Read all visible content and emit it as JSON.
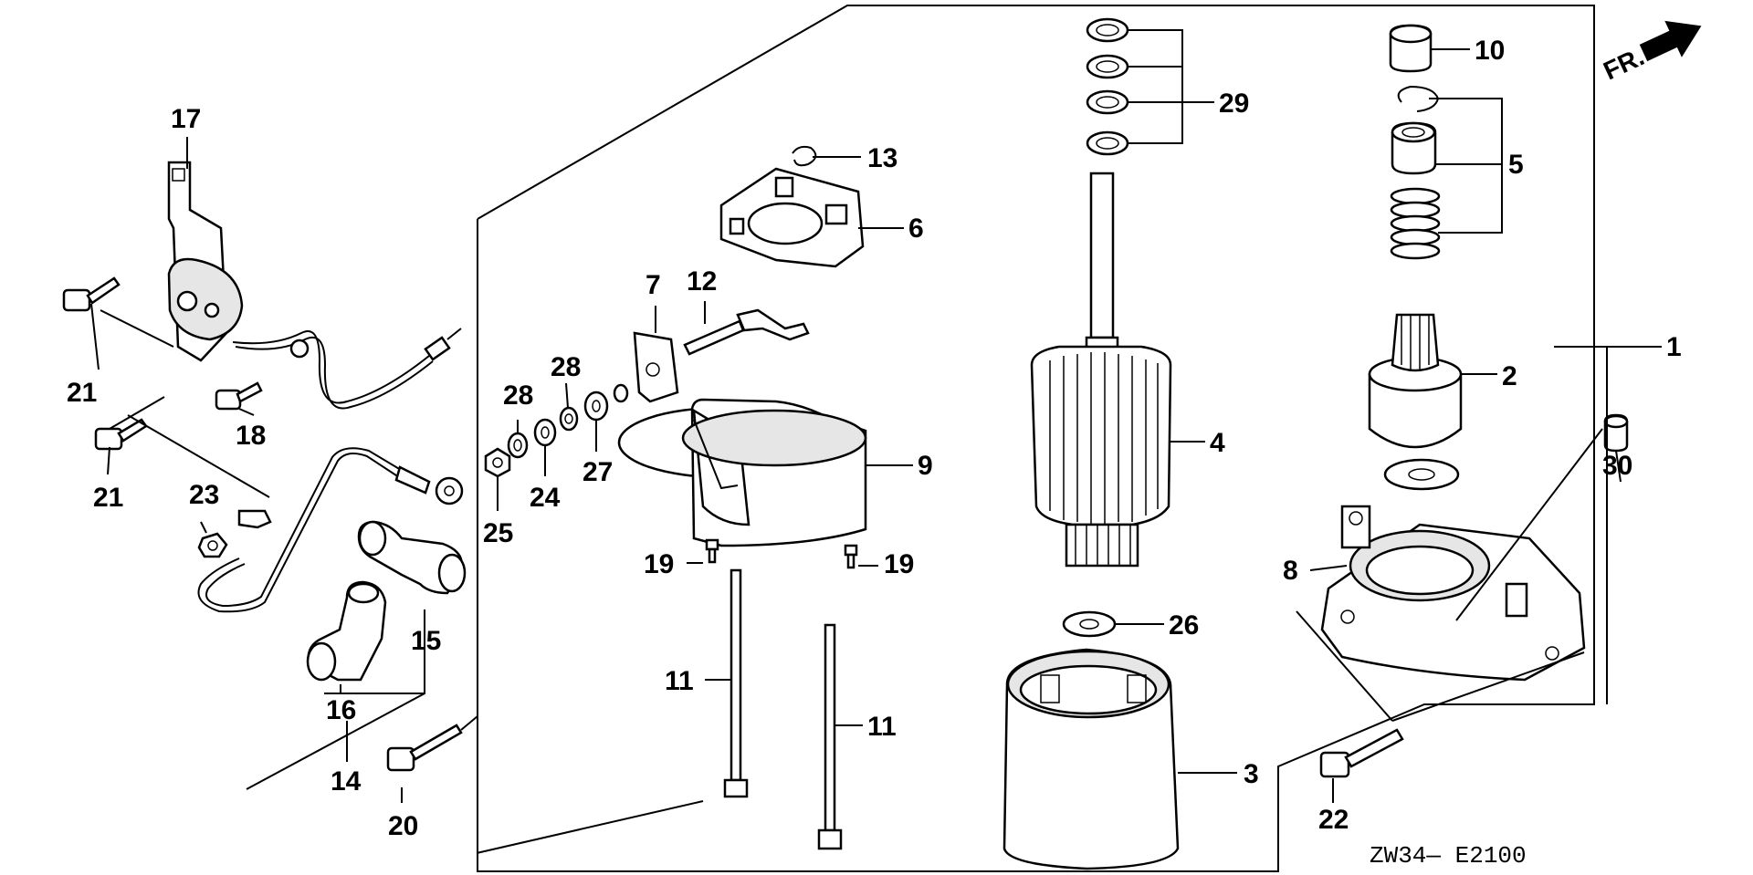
{
  "diagram": {
    "code": "ZW34— E2100",
    "direction_label": "FR.",
    "callouts": {
      "c1": "1",
      "c2": "2",
      "c3": "3",
      "c4": "4",
      "c5": "5",
      "c6": "6",
      "c7": "7",
      "c8": "8",
      "c9": "9",
      "c10": "10",
      "c11a": "11",
      "c11b": "11",
      "c12": "12",
      "c13": "13",
      "c14": "14",
      "c15": "15",
      "c16": "16",
      "c17": "17",
      "c18": "18",
      "c19a": "19",
      "c19b": "19",
      "c20": "20",
      "c21a": "21",
      "c21b": "21",
      "c22": "22",
      "c23": "23",
      "c24": "24",
      "c25": "25",
      "c26": "26",
      "c27": "27",
      "c28a": "28",
      "c28b": "28",
      "c29": "29",
      "c30": "30"
    }
  }
}
